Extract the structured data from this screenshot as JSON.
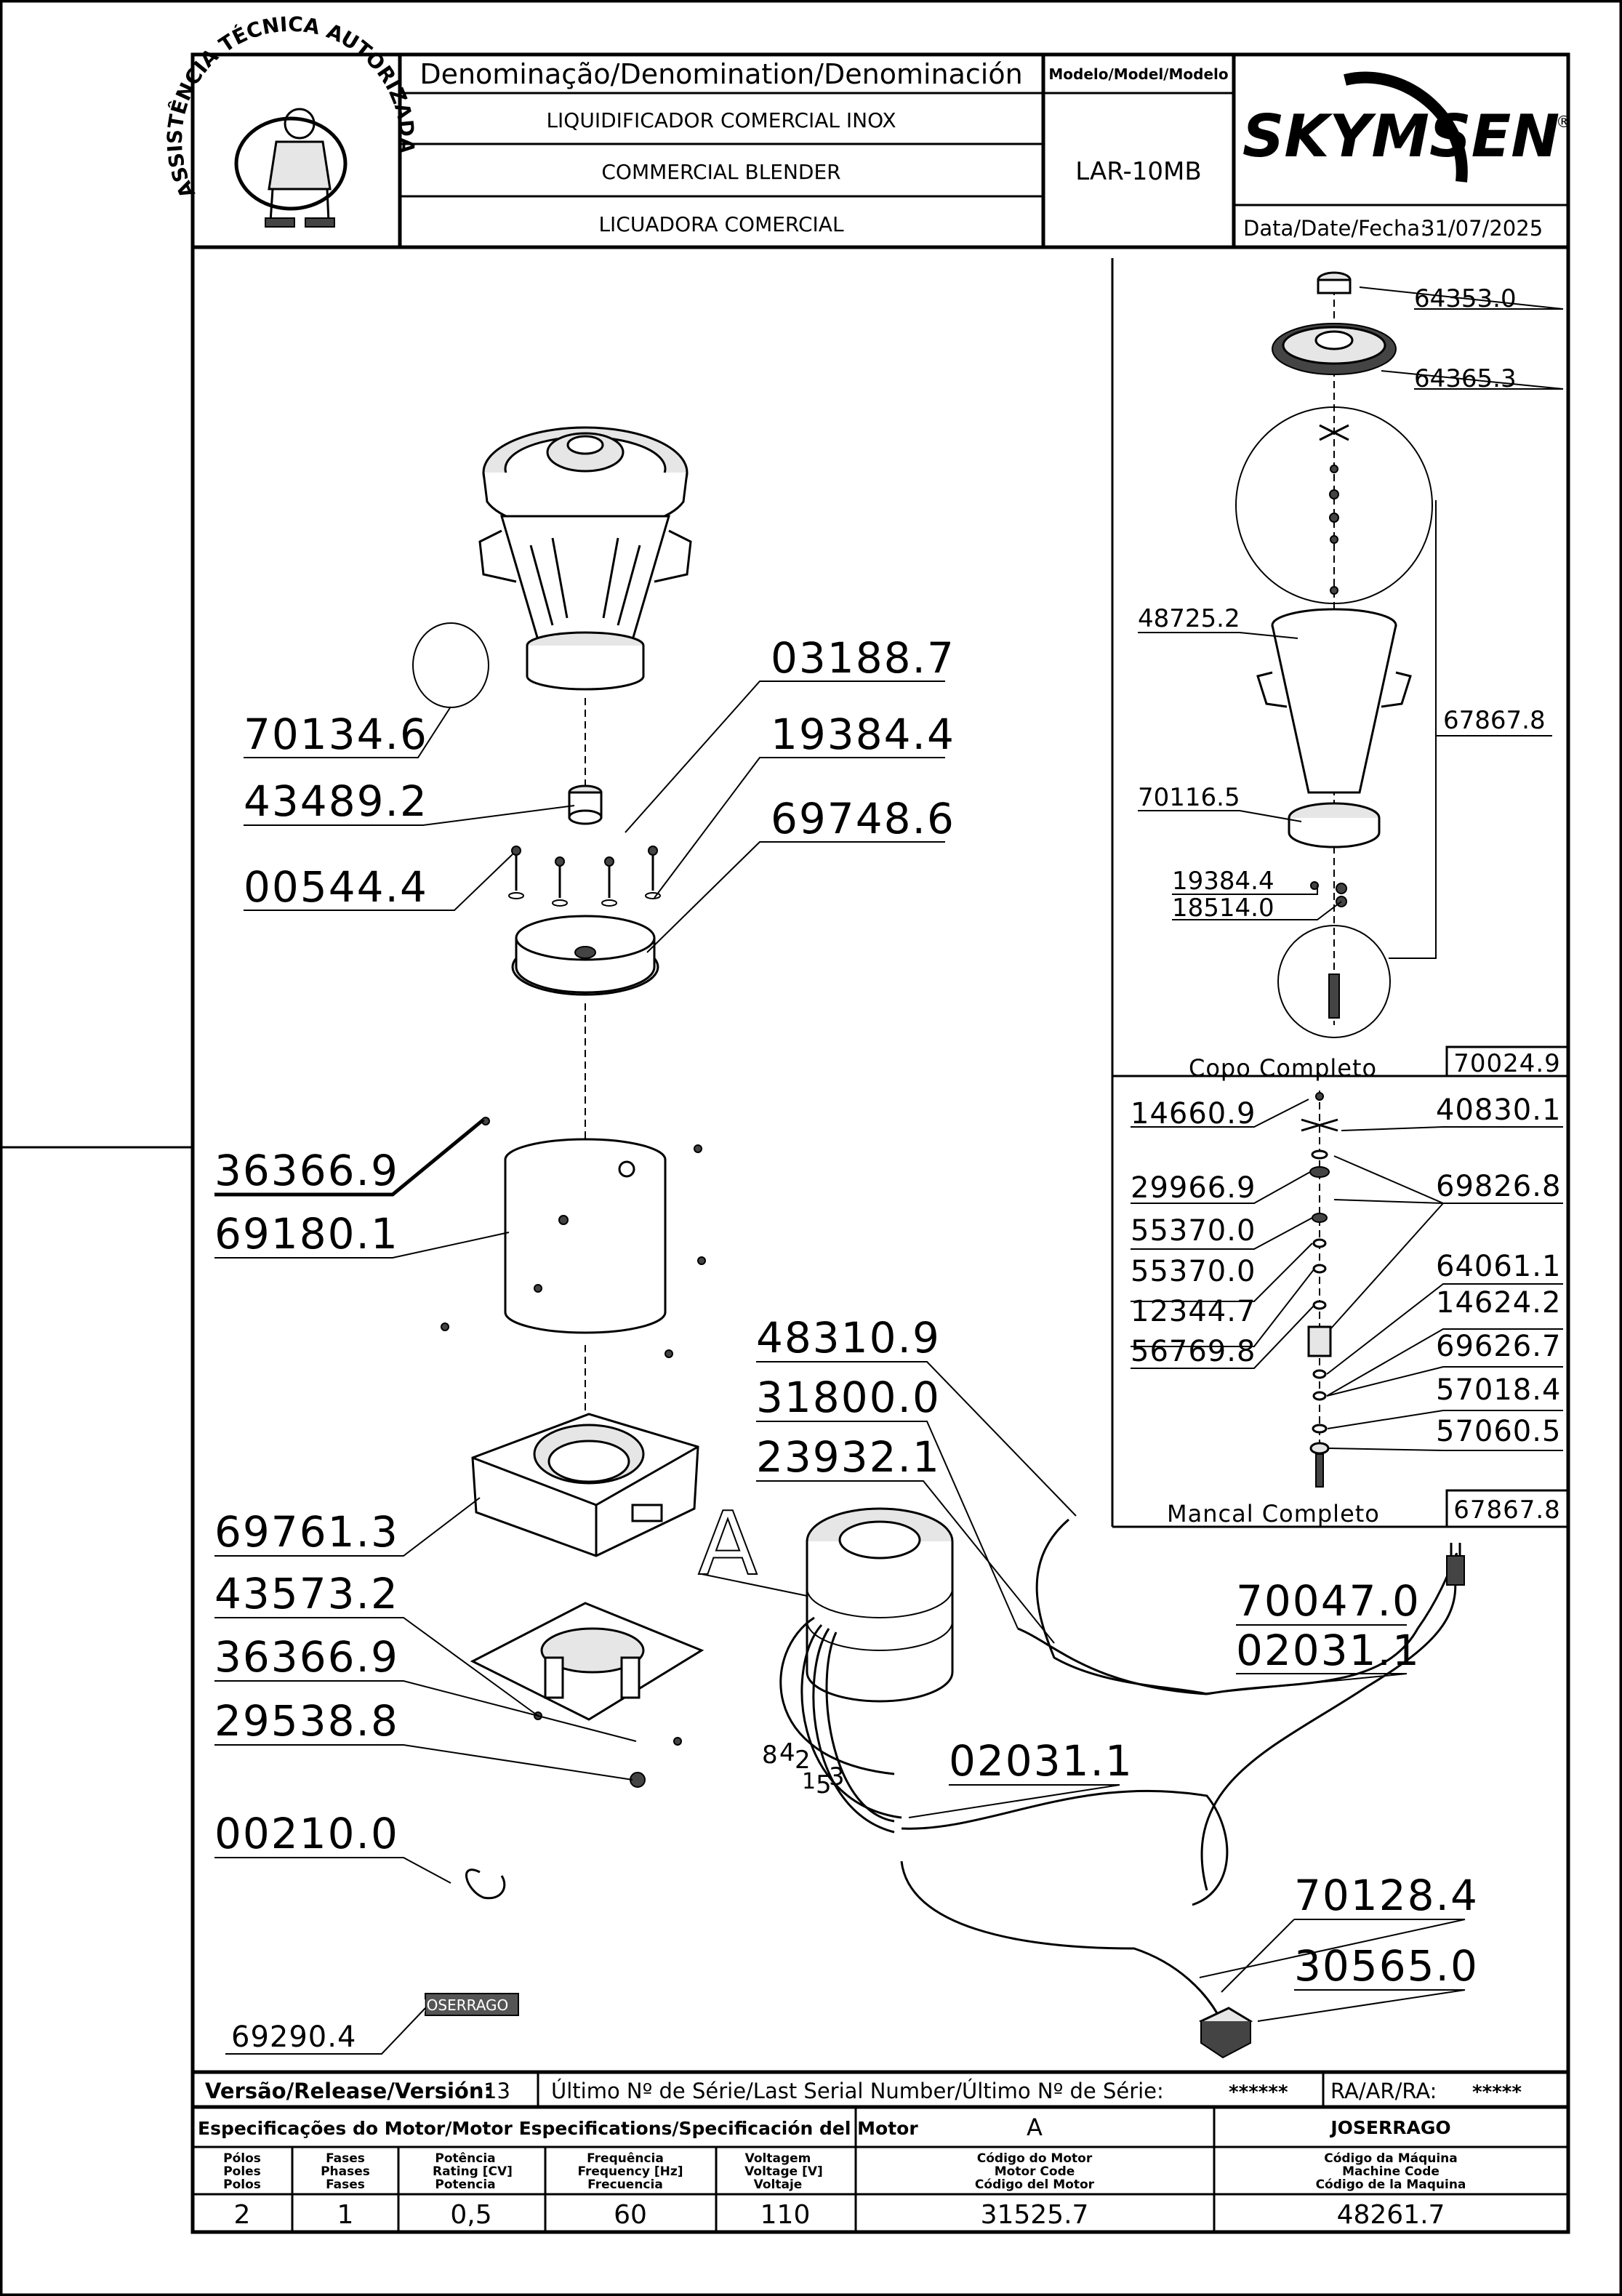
{
  "header": {
    "stamp_text": "ASSISTÊNCIA TÉCNICA AUTORIZADA",
    "denomination_label": "Denominação/Denomination/Denominación",
    "name_pt": "LIQUIDIFICADOR COMERCIAL INOX",
    "name_en": "COMMERCIAL BLENDER",
    "name_es": "LICUADORA COMERCIAL",
    "model_label": "Modelo/Model/Modelo",
    "model_value": "LAR-10MB",
    "brand": "SKYMSEN",
    "brand_mark": "®",
    "date_label": "Data/Date/Fecha:",
    "date_value": "31/07/2025"
  },
  "main_parts": {
    "p70134": "70134.6",
    "p43489": "43489.2",
    "p00544": "00544.4",
    "p03188": "03188.7",
    "p19384": "19384.4",
    "p69748": "69748.6",
    "p36366a": "36366.9",
    "p69180": "69180.1",
    "p69761": "69761.3",
    "p43573": "43573.2",
    "p36366b": "36366.9",
    "p29538": "29538.8",
    "p00210": "00210.0",
    "p69290": "69290.4",
    "tag_label": "JOSERRAGO",
    "view_label": "A",
    "p48310": "48310.9",
    "p31800": "31800.0",
    "p23932": "23932.1",
    "p70047": "70047.0",
    "p02031a": "02031.1",
    "p02031b": "02031.1",
    "p70128": "70128.4",
    "p30565": "30565.0",
    "wire_numbers": [
      "8",
      "4",
      "2",
      "1",
      "5",
      "3"
    ]
  },
  "cup_panel": {
    "p64353": "64353.0",
    "p64365": "64365.3",
    "p48725": "48725.2",
    "p67867": "67867.8",
    "p70116": "70116.5",
    "p19384": "19384.4",
    "p18514": "18514.0",
    "title": "Copo Completo",
    "code": "70024.9"
  },
  "bearing_panel": {
    "p14660": "14660.9",
    "p40830": "40830.1",
    "p29966": "29966.9",
    "p69826": "69826.8",
    "p55370a": "55370.0",
    "p55370b": "55370.0",
    "p64061": "64061.1",
    "p12344": "12344.7",
    "p14624": "14624.2",
    "p56769": "56769.8",
    "p69626": "69626.7",
    "p57018": "57018.4",
    "p57060": "57060.5",
    "title": "Mancal Completo",
    "code": "67867.8"
  },
  "footer": {
    "version_label": "Versão/Release/Versión:",
    "version_value": "13",
    "serial_label": "Último Nº de Série/Last Serial Number/Último Nº de Série:",
    "serial_value": "******",
    "ra_label": "RA/AR/RA:",
    "ra_value": "*****",
    "motor_spec_label": "Especificações do Motor/Motor Especifications/Specificación del Motor",
    "motor_variant": "A",
    "machine_label": "JOSERRAGO",
    "col_poles": [
      "Pólos",
      "Poles",
      "Polos"
    ],
    "col_phases": [
      "Fases",
      "Phases",
      "Fases"
    ],
    "col_power": [
      "Potência",
      "Rating [CV]",
      "Potencia"
    ],
    "col_freq": [
      "Frequência",
      "Frequency [Hz]",
      "Frecuencia"
    ],
    "col_voltage": [
      "Voltagem",
      "Voltage [V]",
      "Voltaje"
    ],
    "col_motor_code": [
      "Código do Motor",
      "Motor Code",
      "Código del Motor"
    ],
    "col_machine_code": [
      "Código da Máquina",
      "Machine Code",
      "Código de la Maquina"
    ],
    "val_poles": "2",
    "val_phases": "1",
    "val_power": "0,5",
    "val_freq": "60",
    "val_voltage": "110",
    "val_motor_code": "31525.7",
    "val_machine_code": "48261.7"
  }
}
